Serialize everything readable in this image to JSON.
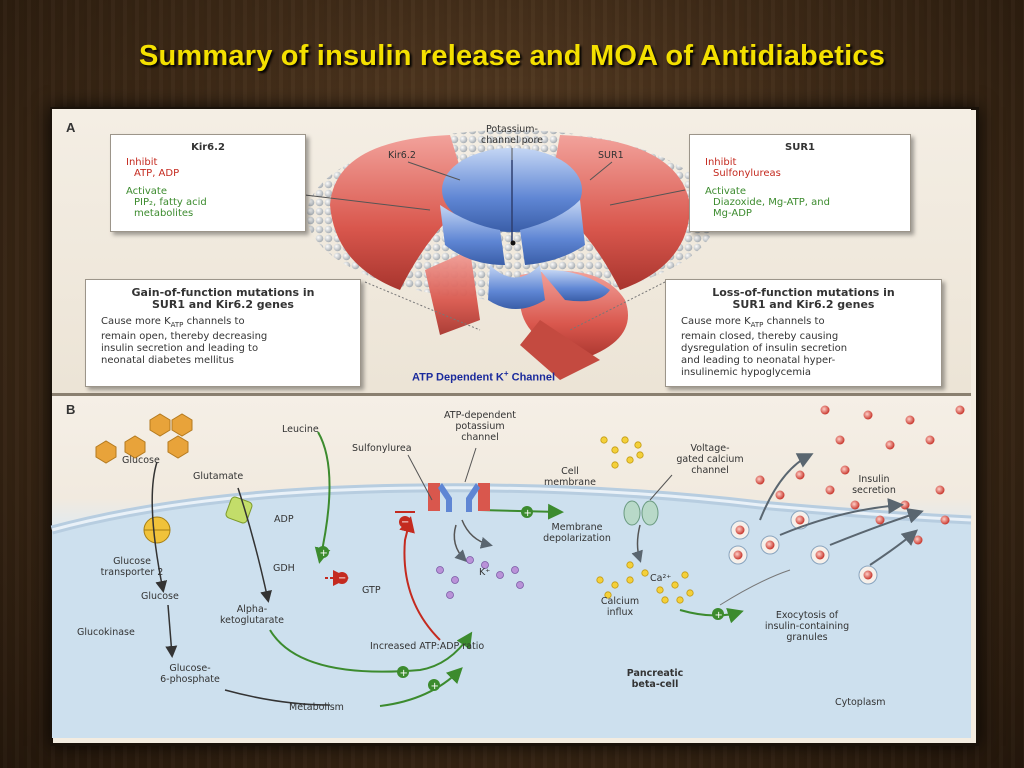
{
  "slide": {
    "title": "Summary of insulin release and MOA of Antidiabetics"
  },
  "panel_a": {
    "letter": "A",
    "kir_box": {
      "title": "Kir6.2",
      "inhibit_label": "Inhibit",
      "inhibit_items": "ATP, ADP",
      "activate_label": "Activate",
      "activate_line1": "PIP₂, fatty acid",
      "activate_line2": "metabolites"
    },
    "sur_box": {
      "title": "SUR1",
      "inhibit_label": "Inhibit",
      "inhibit_items": "Sulfonylureas",
      "activate_label": "Activate",
      "activate_line1": "Diazoxide, Mg-ATP, and",
      "activate_line2": "Mg-ADP"
    },
    "pore_label_1": "Potassium-",
    "pore_label_2": "channel pore",
    "kir_label": "Kir6.2",
    "sur_label": "SUR1",
    "gain_box": {
      "title_1": "Gain-of-function mutations in",
      "title_2": "SUR1 and Kir6.2 genes",
      "line_1a": "Cause more K",
      "line_1sub": "ATP",
      "line_1b": " channels to",
      "line_2": "remain open, thereby decreasing",
      "line_3": "insulin secretion and leading to",
      "line_4": "neonatal diabetes mellitus"
    },
    "loss_box": {
      "title_1": "Loss-of-function mutations in",
      "title_2": "SUR1 and Kir6.2 genes",
      "line_1a": "Cause more K",
      "line_1sub": "ATP",
      "line_1b": " channels to",
      "line_2": "remain closed, thereby causing",
      "line_3": "dysregulation of insulin secretion",
      "line_4": "and leading to neonatal hyper-",
      "line_5": "insulinemic hypoglycemia"
    },
    "caption_main": "ATP Dependent K",
    "caption_sup": "+",
    "caption_end": " Channel"
  },
  "panel_b": {
    "letter": "B",
    "glucose": "Glucose",
    "glutamate": "Glutamate",
    "leucine": "Leucine",
    "sulfonylurea": "Sulfonylurea",
    "katp_1": "ATP-dependent",
    "katp_2": "potassium",
    "katp_3": "channel",
    "vgcc_1": "Voltage-",
    "vgcc_2": "gated calcium",
    "vgcc_3": "channel",
    "cell_membrane_1": "Cell",
    "cell_membrane_2": "membrane",
    "insulin_secretion_1": "Insulin",
    "insulin_secretion_2": "secretion",
    "adp": "ADP",
    "gdh": "GDH",
    "gtp": "GTP",
    "glut2_1": "Glucose",
    "glut2_2": "transporter 2",
    "glucose_in": "Glucose",
    "glucokinase": "Glucokinase",
    "alpha_kg_1": "Alpha-",
    "alpha_kg_2": "ketoglutarate",
    "membrane_depol_1": "Membrane",
    "membrane_depol_2": "depolarization",
    "k_ion": "K⁺",
    "ca_ion": "Ca²⁺",
    "calcium_influx_1": "Calcium",
    "calcium_influx_2": "influx",
    "exocytosis_1": "Exocytosis of",
    "exocytosis_2": "insulin-containing",
    "exocytosis_3": "granules",
    "atp_adp_ratio": "Increased ATP:ADP ratio",
    "g6p_1": "Glucose-",
    "g6p_2": "6-phosphate",
    "metabolism": "Metabolism",
    "pancreatic_1": "Pancreatic",
    "pancreatic_2": "beta-cell",
    "cytoplasm": "Cytoplasm"
  },
  "colors": {
    "title_yellow": "#f4e000",
    "caption_blue": "#1a2a9c",
    "activate_green": "#3c8b2e",
    "inhibit_red": "#c42a1f",
    "channel_red": "#d9574d",
    "channel_blue": "#5f86d4",
    "cell_blue": "#cfe1ee"
  }
}
